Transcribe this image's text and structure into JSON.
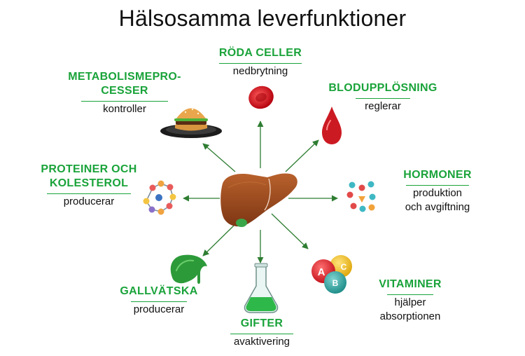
{
  "title": "Hälsosamma leverfunktioner",
  "functions": {
    "roda_celler": {
      "title": "RÖDA CELLER",
      "sub": "nedbrytning"
    },
    "metabolism": {
      "title1": "METABOLISMEPRO-",
      "title2": "CESSER",
      "sub": "kontroller"
    },
    "blodupplosning": {
      "title": "BLODUPPLÖSNING",
      "sub": "reglerar"
    },
    "proteiner": {
      "title1": "PROTEINER OCH",
      "title2": "KOLESTEROL",
      "sub": "producerar"
    },
    "hormoner": {
      "title": "HORMONER",
      "sub1": "produktion",
      "sub2": "och avgiftning"
    },
    "gallvatska": {
      "title": "GALLVÄTSKA",
      "sub": "producerar"
    },
    "gifter": {
      "title": "GIFTER",
      "sub": "avaktivering"
    },
    "vitaminer": {
      "title": "VITAMINER",
      "sub1": "hjälper",
      "sub2": "absorptionen"
    }
  },
  "vitamin_letters": [
    "A",
    "B",
    "C"
  ],
  "icons": [
    "liver-icon",
    "red-blood-cell-icon",
    "hamburger-plate-icon",
    "blood-drop-icon",
    "molecule-chain-icon",
    "hormone-molecules-icon",
    "gallbladder-icon",
    "flask-icon",
    "vitamin-balls-icon"
  ],
  "colors": {
    "accent": "#1aa33a",
    "arrow": "#2e7d32",
    "liver": "#9a4a1e",
    "blood": "#cc1a22"
  }
}
